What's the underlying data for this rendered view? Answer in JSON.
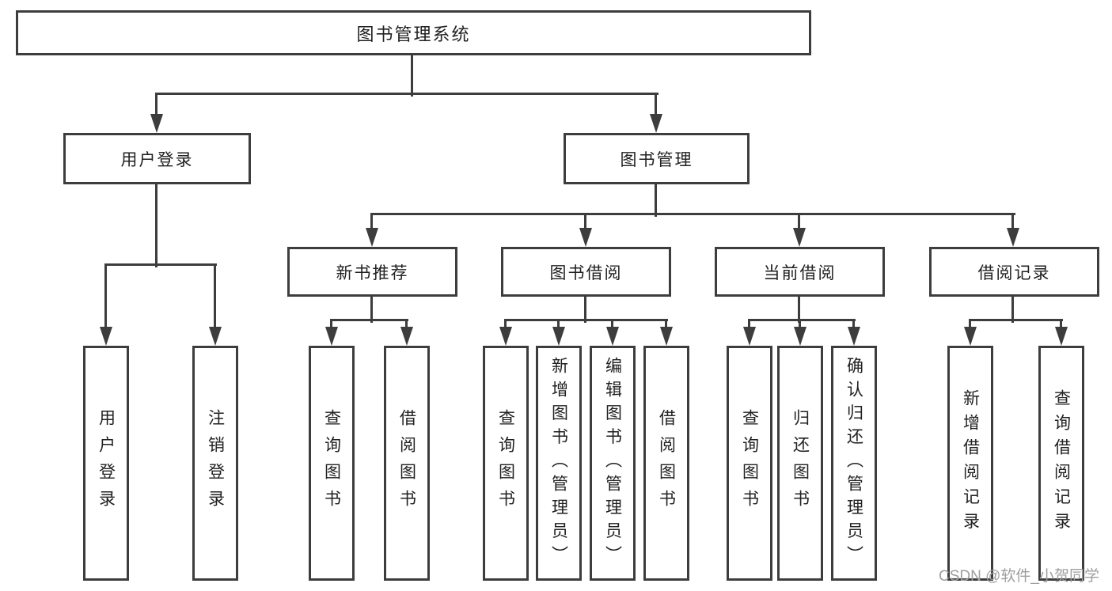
{
  "colors": {
    "line": "#3d3d3d",
    "text": "#212121",
    "watermark": "#9e9e9e",
    "background": "#ffffff"
  },
  "watermark": {
    "text": "CSDN @软件_小贺同学"
  },
  "tree": {
    "root": {
      "label": "图书管理系统",
      "children": [
        {
          "label": "用户登录",
          "children": [
            {
              "label": "用户登录"
            },
            {
              "label": "注销登录"
            }
          ]
        },
        {
          "label": "图书管理",
          "children": [
            {
              "label": "新书推荐",
              "children": [
                {
                  "label": "查询图书"
                },
                {
                  "label": "借阅图书"
                }
              ]
            },
            {
              "label": "图书借阅",
              "children": [
                {
                  "label": "查询图书"
                },
                {
                  "label": "新增图书（管理员）"
                },
                {
                  "label": "编辑图书（管理员）"
                },
                {
                  "label": "借阅图书"
                }
              ]
            },
            {
              "label": "当前借阅",
              "children": [
                {
                  "label": "查询图书"
                },
                {
                  "label": "归还图书"
                },
                {
                  "label": "确认归还（管理员）"
                }
              ]
            },
            {
              "label": "借阅记录",
              "children": [
                {
                  "label": "新增借阅记录"
                },
                {
                  "label": "查询借阅记录"
                }
              ]
            }
          ]
        }
      ]
    }
  }
}
